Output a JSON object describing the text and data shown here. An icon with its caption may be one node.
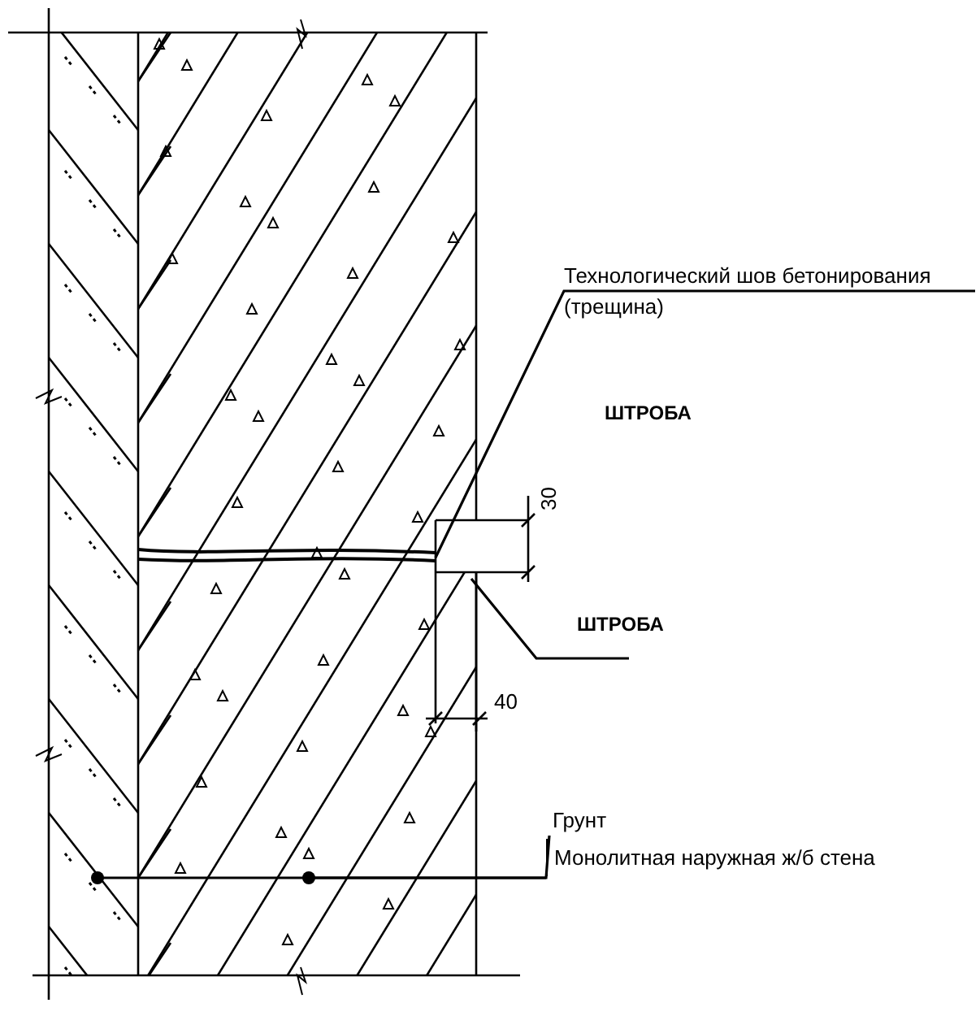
{
  "diagram": {
    "nodes": [
      {
        "text": [
          "Технологический шов бетонирования (трещина)"
        ]
      },
      {
        "text": [
          "ШТРОБА"
        ]
      },
      {
        "text": [
          "Грунт"
        ]
      },
      {
        "text": [
          "Монолитная наружная ж/б стена"
        ]
      }
    ],
    "edges": [
      {
        "from": 0,
        "to": null,
        "arrow": "none"
      },
      {
        "from": 1,
        "to": null,
        "arrow": "none"
      },
      {
        "from": 2,
        "to": null,
        "arrow": "other"
      },
      {
        "from": 3,
        "to": null,
        "arrow": "other"
      }
    ],
    "labels": [
      "ШТРОБА",
      "30",
      "40"
    ]
  }
}
